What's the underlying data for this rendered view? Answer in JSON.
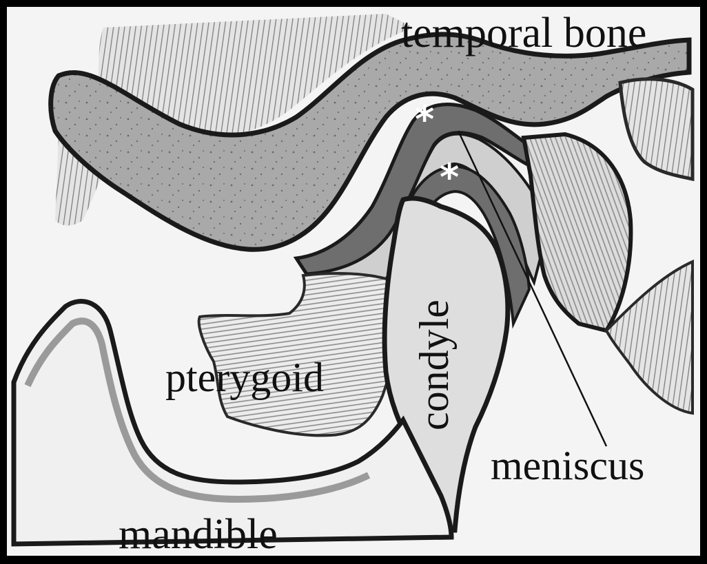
{
  "labels": {
    "temporal_bone": "temporal bone",
    "condyle": "condyle",
    "pterygoid": "pterygoid",
    "meniscus": "meniscus",
    "mandible": "mandible"
  },
  "markers": {
    "upper_star": "*",
    "lower_star": "*"
  },
  "colors": {
    "frame": "#000000",
    "paper": "#f4f4f4",
    "bone_fill": "#a9a9a9",
    "dark_layer": "#6e6e6e",
    "outline": "#1a1a1a",
    "text": "#111111"
  }
}
